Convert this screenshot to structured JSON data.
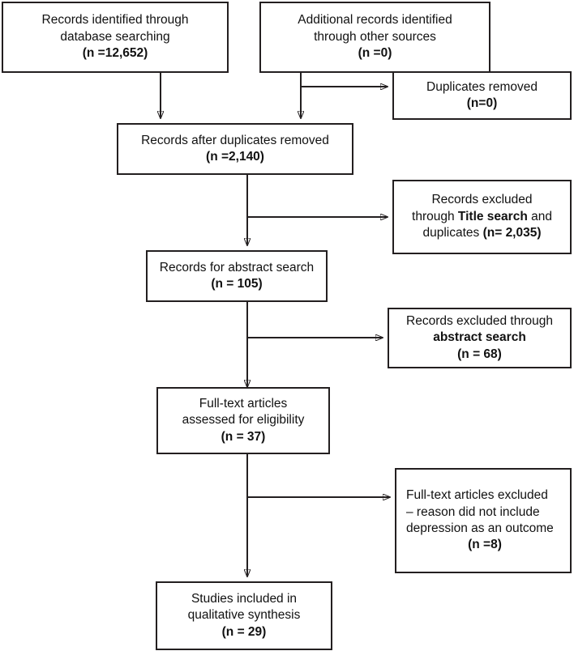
{
  "diagram": {
    "title": "PRISMA study selection flow diagram",
    "type": "flowchart",
    "line_color": "#231f20",
    "background": "#ffffff"
  },
  "nodes": {
    "records_identified": {
      "line1": "Records identified through",
      "line2": "database searching",
      "count": "(n =12,652)"
    },
    "additional_records": {
      "line1": "Additional records identified",
      "line2": "through other sources",
      "count": "(n =0)"
    },
    "duplicates_removed": {
      "line1": "Duplicates removed",
      "count": "(n=0)"
    },
    "records_after_duplicates": {
      "line1": "Records after duplicates removed",
      "count": "(n =2,140)"
    },
    "excluded_title": {
      "line1": "Records excluded",
      "line2_pre": "through ",
      "line2_bold": "Title search",
      "line2_post": " and",
      "line3_pre": "duplicates ",
      "line3_bold": "(n= 2,035)"
    },
    "records_abstract": {
      "line1": "Records for abstract search",
      "count": "(n = 105)"
    },
    "excluded_abstract": {
      "line1": "Records excluded through",
      "line2": "abstract search",
      "count": "(n = 68)"
    },
    "fulltext_assessed": {
      "line1": "Full-text articles",
      "line2": "assessed for eligibility",
      "count": "(n = 37)"
    },
    "fulltext_excluded": {
      "line1": "Full-text articles excluded",
      "line2": "– reason did not include",
      "line3": "depression as an outcome",
      "count": "(n =8)"
    },
    "studies_included": {
      "line1": "Studies included in",
      "line2": "qualitative synthesis",
      "count": "(n = 29)"
    }
  },
  "chart_data": {
    "type": "diagram",
    "title": "PRISMA flow of study selection",
    "stages": [
      {
        "label": "Records identified through database searching",
        "n": 12652
      },
      {
        "label": "Additional records identified through other sources",
        "n": 0
      },
      {
        "label": "Duplicates removed",
        "n": 0
      },
      {
        "label": "Records after duplicates removed",
        "n": 2140
      },
      {
        "label": "Records excluded through Title search and duplicates",
        "n": 2035
      },
      {
        "label": "Records for abstract search",
        "n": 105
      },
      {
        "label": "Records excluded through abstract search",
        "n": 68
      },
      {
        "label": "Full-text articles assessed for eligibility",
        "n": 37
      },
      {
        "label": "Full-text articles excluded - reason did not include depression as an outcome",
        "n": 8
      },
      {
        "label": "Studies included in qualitative synthesis",
        "n": 29
      }
    ]
  }
}
